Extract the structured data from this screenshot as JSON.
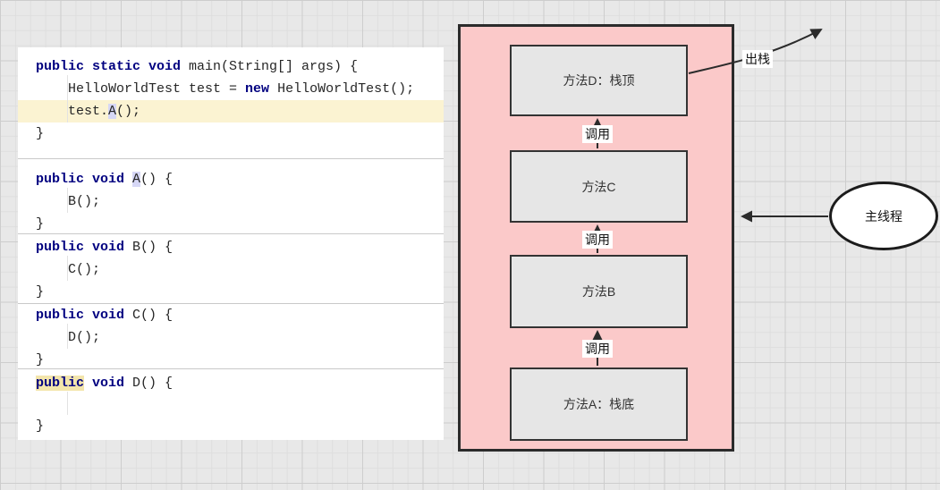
{
  "colors": {
    "canvas_background": "#e8e8e8",
    "grid_minor": "#dedede",
    "grid_major": "#cdcdcd",
    "code_panel_background": "#ffffff",
    "code_keyword": "#000080",
    "code_plain": "#262626",
    "code_line_highlight": "#fbf3d2",
    "code_token_highlight_lavender": "#d6d7f6",
    "code_token_highlight_yellow": "#f3e5ab",
    "stack_container_fill": "#fbc9c9",
    "stack_frame_fill": "#e6e6e6",
    "stroke": "#2b2b2b"
  },
  "code_panel": {
    "lines": [
      {
        "tokens": [
          {
            "text": "public static void ",
            "style": "keyword"
          },
          {
            "text": "main(String[] args) {",
            "style": "plain"
          }
        ]
      },
      {
        "tokens": [
          {
            "text": "    HelloWorldTest test = ",
            "style": "plain"
          },
          {
            "text": "new",
            "style": "keyword"
          },
          {
            "text": " HelloWorldTest();",
            "style": "plain"
          }
        ]
      },
      {
        "highlight": "yellow",
        "tokens": [
          {
            "text": "    test.",
            "style": "plain"
          },
          {
            "text": "A",
            "style": "plain",
            "hl": "lavender"
          },
          {
            "text": "();",
            "style": "plain"
          }
        ]
      },
      {
        "tokens": [
          {
            "text": "}",
            "style": "plain"
          }
        ]
      },
      {
        "tokens": [
          {
            "text": "public void ",
            "style": "keyword"
          },
          {
            "text": "A",
            "style": "plain",
            "hl": "lavender"
          },
          {
            "text": "() {",
            "style": "plain"
          }
        ]
      },
      {
        "tokens": [
          {
            "text": "    B();",
            "style": "plain"
          }
        ]
      },
      {
        "tokens": [
          {
            "text": "}",
            "style": "plain"
          }
        ]
      },
      {
        "tokens": [
          {
            "text": "public void ",
            "style": "keyword"
          },
          {
            "text": "B() {",
            "style": "plain"
          }
        ]
      },
      {
        "tokens": [
          {
            "text": "    C();",
            "style": "plain"
          }
        ]
      },
      {
        "tokens": [
          {
            "text": "}",
            "style": "plain"
          }
        ]
      },
      {
        "tokens": [
          {
            "text": "public void ",
            "style": "keyword"
          },
          {
            "text": "C() {",
            "style": "plain"
          }
        ]
      },
      {
        "tokens": [
          {
            "text": "    D();",
            "style": "plain"
          }
        ]
      },
      {
        "tokens": [
          {
            "text": "}",
            "style": "plain"
          }
        ]
      },
      {
        "tokens": [
          {
            "text": "public",
            "style": "keyword",
            "hl": "yellow"
          },
          {
            "text": " ",
            "style": "plain"
          },
          {
            "text": "void",
            "style": "keyword"
          },
          {
            "text": " D() {",
            "style": "plain"
          }
        ]
      },
      {
        "tokens": [
          {
            "text": "",
            "style": "plain"
          }
        ]
      },
      {
        "tokens": [
          {
            "text": "}",
            "style": "plain"
          }
        ]
      }
    ]
  },
  "diagram": {
    "frames": [
      {
        "label": "方法D：栈顶"
      },
      {
        "label": "方法C"
      },
      {
        "label": "方法B"
      },
      {
        "label": "方法A：栈底"
      }
    ],
    "call_labels": [
      "调用",
      "调用",
      "调用"
    ],
    "pop_label": "出栈",
    "main_thread_label": "主线程"
  }
}
